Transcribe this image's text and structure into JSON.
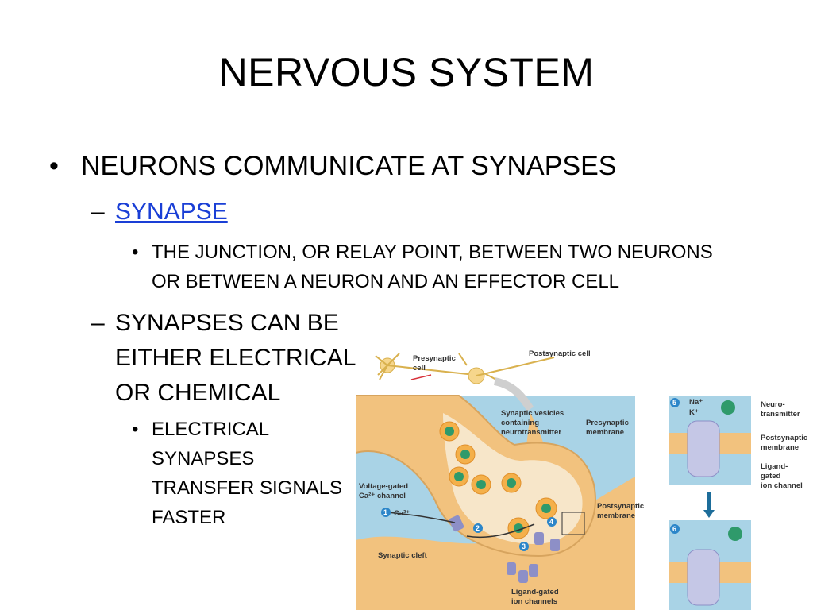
{
  "slide": {
    "title": "NERVOUS SYSTEM",
    "bullets": {
      "main": "NEURONS COMMUNICATE AT SYNAPSES",
      "synapse_link": "SYNAPSE",
      "synapse_def_line1": "THE JUNCTION, OR RELAY POINT, BETWEEN TWO NEURONS",
      "synapse_def_line2": "OR BETWEEN A NEURON AND AN EFFECTOR CELL",
      "types_line1": "SYNAPSES CAN BE",
      "types_line2": "EITHER ELECTRICAL",
      "types_line3": "OR CHEMICAL",
      "electrical_line1": "ELECTRICAL",
      "electrical_line2": "SYNAPSES",
      "electrical_line3": "TRANSFER SIGNALS",
      "electrical_line4": "FASTER"
    },
    "markers": {
      "bullet": "•",
      "dash": "–"
    }
  },
  "figure": {
    "labels": {
      "presynaptic_cell_1": "Presynaptic",
      "presynaptic_cell_2": "cell",
      "postsynaptic_cell": "Postsynaptic cell",
      "vesicles_1": "Synaptic vesicles",
      "vesicles_2": "containing",
      "vesicles_3": "neurotransmitter",
      "pre_membrane_1": "Presynaptic",
      "pre_membrane_2": "membrane",
      "voltage_1": "Voltage-gated",
      "voltage_2": "Ca²⁺ channel",
      "ca": "Ca²⁺",
      "post_membrane_1": "Postsynaptic",
      "post_membrane_2": "membrane",
      "cleft": "Synaptic cleft",
      "ligand_1": "Ligand-gated",
      "ligand_2": "ion channels",
      "na": "Na⁺",
      "k": "K⁺",
      "neuro_1": "Neuro-",
      "neuro_2": "transmitter",
      "post_mem_r1": "Postsynaptic",
      "post_mem_r2": "membrane",
      "ligand_r1": "Ligand-",
      "ligand_r2": "gated",
      "ligand_r3": "ion channel"
    },
    "steps": [
      "1",
      "2",
      "3",
      "4",
      "5",
      "6"
    ],
    "colors": {
      "cleft_blue": "#a9d3e6",
      "neuron_tan": "#f2c27e",
      "vesicle_green": "#2f9a6b",
      "channel_purple": "#8d8fc7",
      "step_blue": "#2c86c9"
    }
  }
}
